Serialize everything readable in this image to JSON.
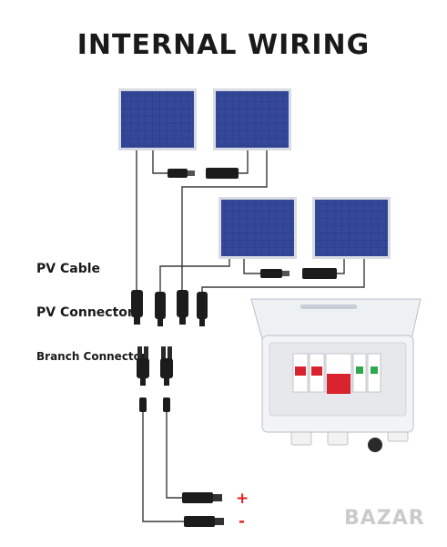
{
  "title": "INTERNAL WIRING",
  "labels": {
    "pv_cable": "PV Cable",
    "pv_connector": "PV Connector",
    "branch_connector": "Branch Connector"
  },
  "polarity": {
    "plus": "+",
    "minus": "-"
  },
  "watermark": "BAZAR",
  "colors": {
    "panel_cell": "#2c3f8a",
    "panel_frame": "#d8dce2",
    "cable": "#3a3a3a",
    "connector": "#1c1c1c",
    "breaker_red": "#d9232e",
    "accent_red": "#e02020"
  }
}
